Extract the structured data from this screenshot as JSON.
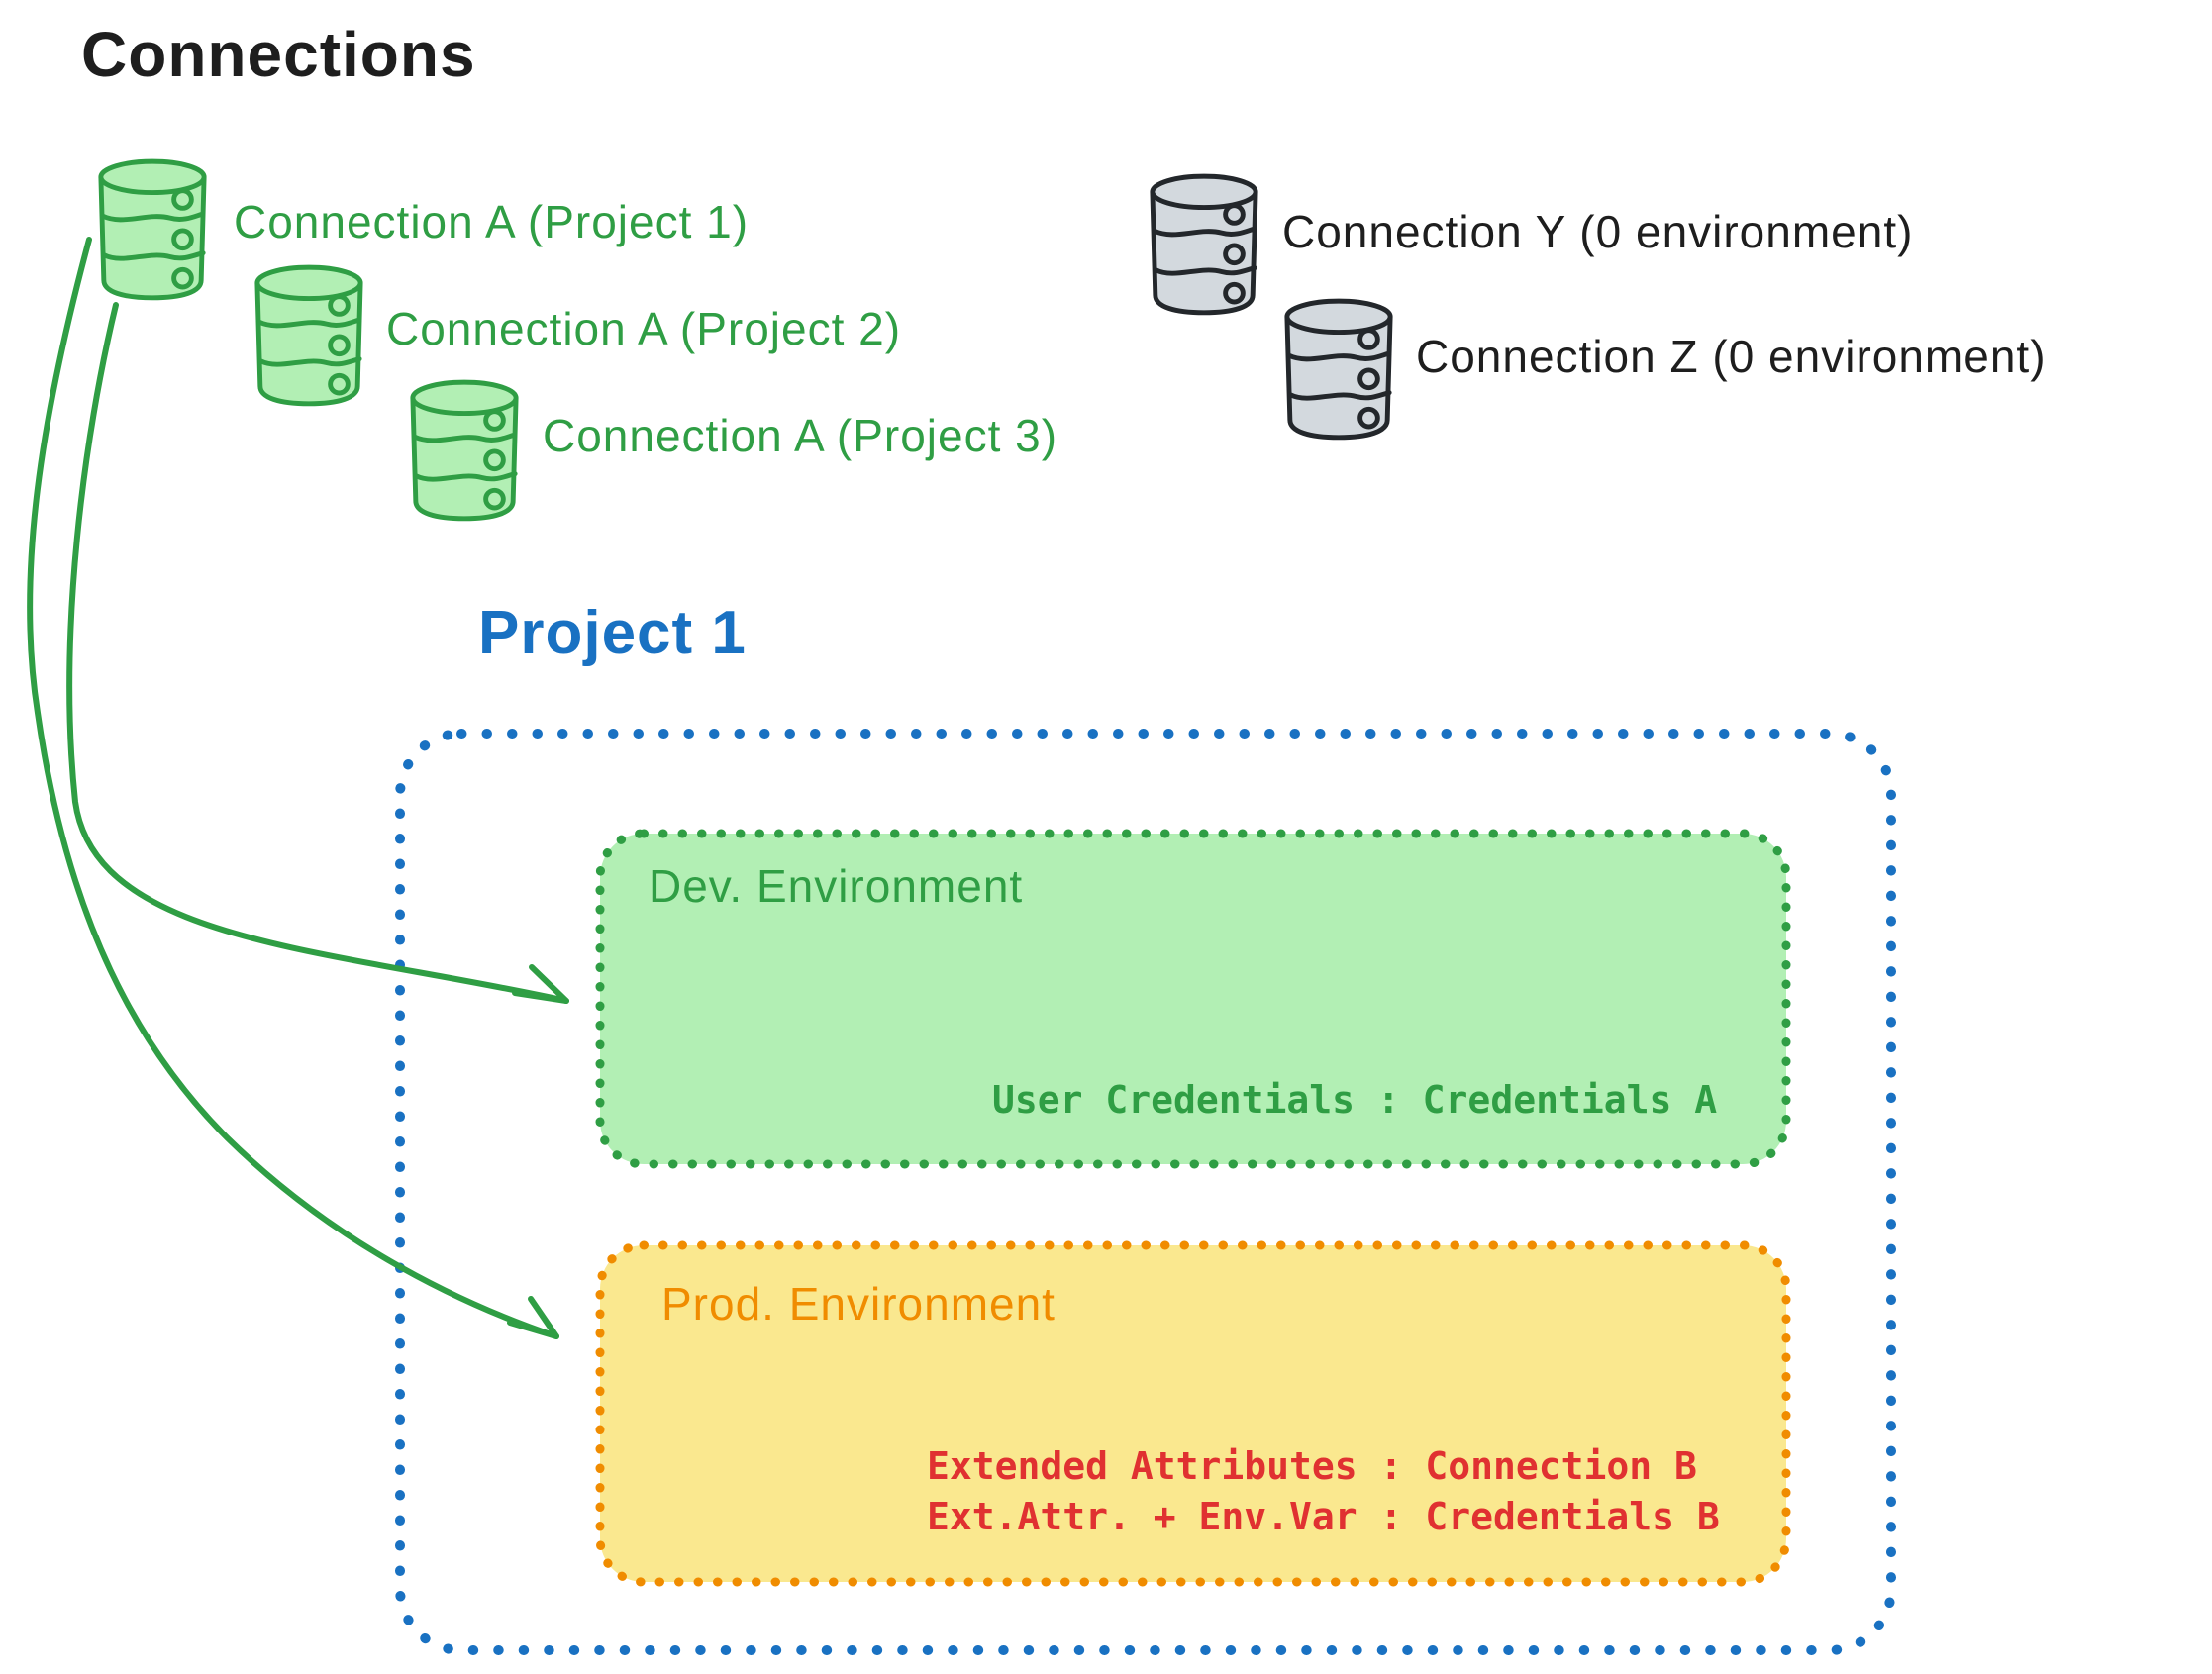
{
  "header": {
    "title": "Connections"
  },
  "colors": {
    "text_dark": "#1e1e1e",
    "green_stroke": "#2f9e44",
    "green_fill": "#b2efb4",
    "gray_fill": "#d3d9de",
    "blue": "#1971c2",
    "orange": "#f08c00",
    "yellow_fill": "#fae88f",
    "red": "#e03131"
  },
  "connection_groups": {
    "green": [
      {
        "label": "Connection A (Project 1)"
      },
      {
        "label": "Connection A (Project 2)"
      },
      {
        "label": "Connection A (Project 3)"
      }
    ],
    "gray": [
      {
        "label": "Connection Y (0 environment)"
      },
      {
        "label": "Connection Z (0 environment)"
      }
    ]
  },
  "project": {
    "title": "Project 1",
    "dev_environment": {
      "title": "Dev. Environment",
      "mapping": "User Credentials : Credentials A"
    },
    "prod_environment": {
      "title": "Prod. Environment",
      "mappings": [
        "Extended Attributes : Connection B",
        "Ext.Attr. + Env.Var : Credentials B"
      ]
    }
  }
}
